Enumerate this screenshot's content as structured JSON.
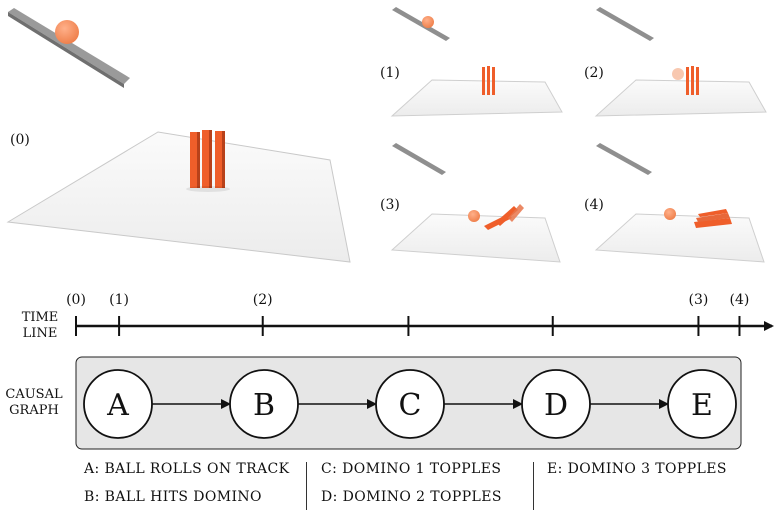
{
  "scenes": {
    "main_label": "(0)",
    "frames": [
      {
        "label": "(1)"
      },
      {
        "label": "(2)"
      },
      {
        "label": "(3)"
      },
      {
        "label": "(4)"
      }
    ]
  },
  "timeline": {
    "label_line1": "TIME",
    "label_line2": "LINE",
    "ticks": [
      {
        "label": "(0)",
        "t": 0.0
      },
      {
        "label": "(1)",
        "t": 0.063
      },
      {
        "label": "(2)",
        "t": 0.273
      },
      {
        "label": "",
        "t": 0.486
      },
      {
        "label": "",
        "t": 0.697
      },
      {
        "label": "(3)",
        "t": 0.91
      },
      {
        "label": "(4)",
        "t": 0.97
      }
    ]
  },
  "causal_graph": {
    "label_line1": "CAUSAL",
    "label_line2": "GRAPH",
    "nodes": [
      "A",
      "B",
      "C",
      "D",
      "E"
    ]
  },
  "legend": {
    "col1": [
      "A: BALL ROLLS ON TRACK",
      "B: BALL HITS DOMINO"
    ],
    "col2": [
      "C: DOMINO 1 TOPPLES",
      "D: DOMINO 2 TOPPLES"
    ],
    "col3": [
      "E: DOMINO 3 TOPPLES"
    ]
  },
  "colors": {
    "ball": "#f5915f",
    "domino": "#ef5e2a",
    "track": "#8a8a8a",
    "graph_bg": "#e6e6e6"
  }
}
